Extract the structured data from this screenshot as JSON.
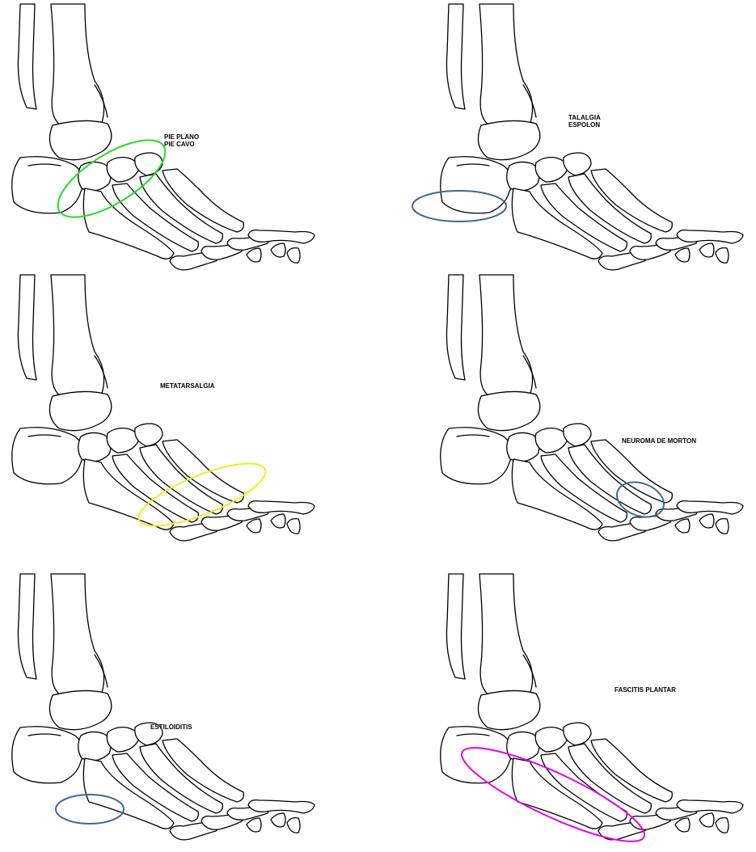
{
  "panels": [
    {
      "id": "pie-plano",
      "lines": [
        "PIE PLANO",
        "PIE CAVO"
      ],
      "ring_color": "#22dd22"
    },
    {
      "id": "talalgia",
      "lines": [
        "TALALGIA",
        "ESPOLON"
      ],
      "ring_color": "#3d6a94"
    },
    {
      "id": "metatarsalgia",
      "lines": [
        "METATARSALGIA"
      ],
      "ring_color": "#f0ee1a"
    },
    {
      "id": "neuroma",
      "lines": [
        "NEUROMA DE MORTON"
      ],
      "ring_color": "#3d6a94"
    },
    {
      "id": "estiloiditis",
      "lines": [
        "ESTILOIDITIS"
      ],
      "ring_color": "#3d6a94"
    },
    {
      "id": "fascitis",
      "lines": [
        "FASCITIS PLANTAR"
      ],
      "ring_color": "#e600e6"
    }
  ]
}
